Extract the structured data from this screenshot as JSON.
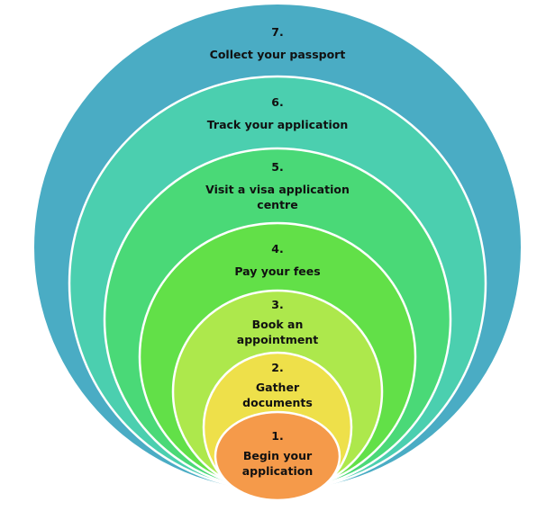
{
  "diagram": {
    "title": "Visa application steps",
    "steps": [
      {
        "number": "1.",
        "label": "Begin your application",
        "lines": [
          "Begin your",
          "application"
        ],
        "color": "#F59A4A"
      },
      {
        "number": "2.",
        "label": "Gather documents",
        "lines": [
          "Gather",
          "documents"
        ],
        "color": "#EEE04A"
      },
      {
        "number": "3.",
        "label": "Book an appointment",
        "lines": [
          "Book an",
          "appointment"
        ],
        "color": "#ADE84C"
      },
      {
        "number": "4.",
        "label": "Pay your fees",
        "lines": [
          "Pay your fees"
        ],
        "color": "#62E048"
      },
      {
        "number": "5.",
        "label": "Visit a visa application centre",
        "lines": [
          "Visit a visa application",
          "centre"
        ],
        "color": "#4AD977"
      },
      {
        "number": "6.",
        "label": "Track your application",
        "lines": [
          "Track your application"
        ],
        "color": "#4BCFAF"
      },
      {
        "number": "7.",
        "label": "Collect your passport",
        "lines": [
          "Collect your passport"
        ],
        "color": "#4AACC4"
      }
    ]
  }
}
